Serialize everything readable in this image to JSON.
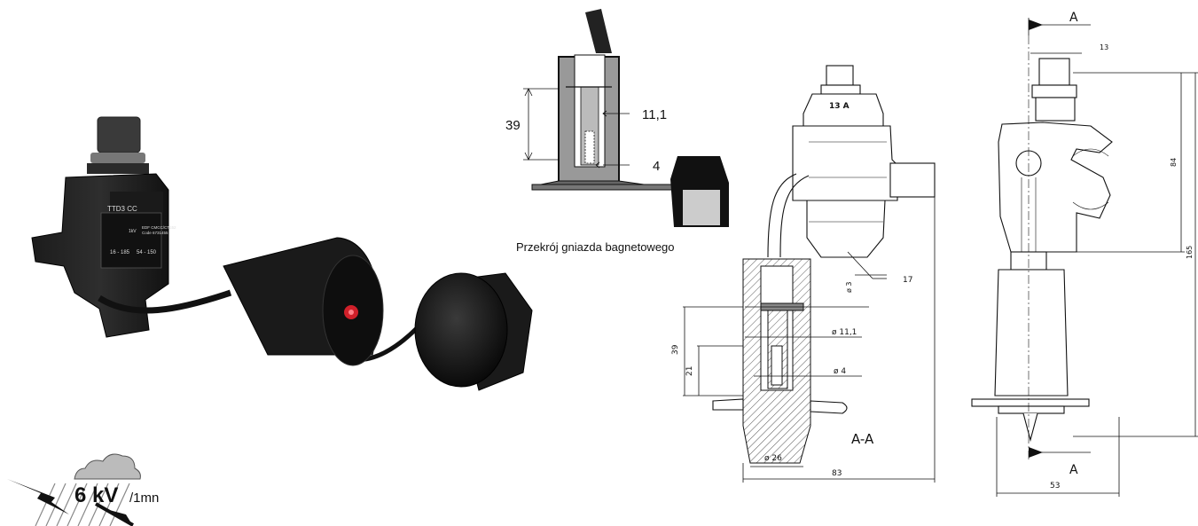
{
  "photo": {
    "body_label": "TTD3 CC",
    "rating": "1kV",
    "code_line1": "EDF CMCC/CT152",
    "code_line2": "Code 6731455",
    "range_main": "16 - 185",
    "range_branch": "54 - 150"
  },
  "voltage_badge": {
    "value": "6 kV",
    "unit": "/1mn"
  },
  "section_drawing": {
    "dim_height": "39",
    "dim_bore": "11,1",
    "dim_pin": "4",
    "caption": "Przekrój gniazda bagnetowego"
  },
  "front_drawing": {
    "nut_label": "13 A",
    "dim_width_17": "17",
    "dim_d3": "ø 3",
    "dim_d11": "ø 11,1",
    "dim_d4": "ø 4",
    "dim_39": "39",
    "dim_21": "21",
    "dim_d26": "ø 26",
    "dim_83": "83",
    "section_label": "A-A"
  },
  "side_drawing": {
    "section_marker_top": "A",
    "section_marker_bottom": "A",
    "dim_13": "13",
    "dim_84": "84",
    "dim_165": "165",
    "dim_53": "53"
  }
}
